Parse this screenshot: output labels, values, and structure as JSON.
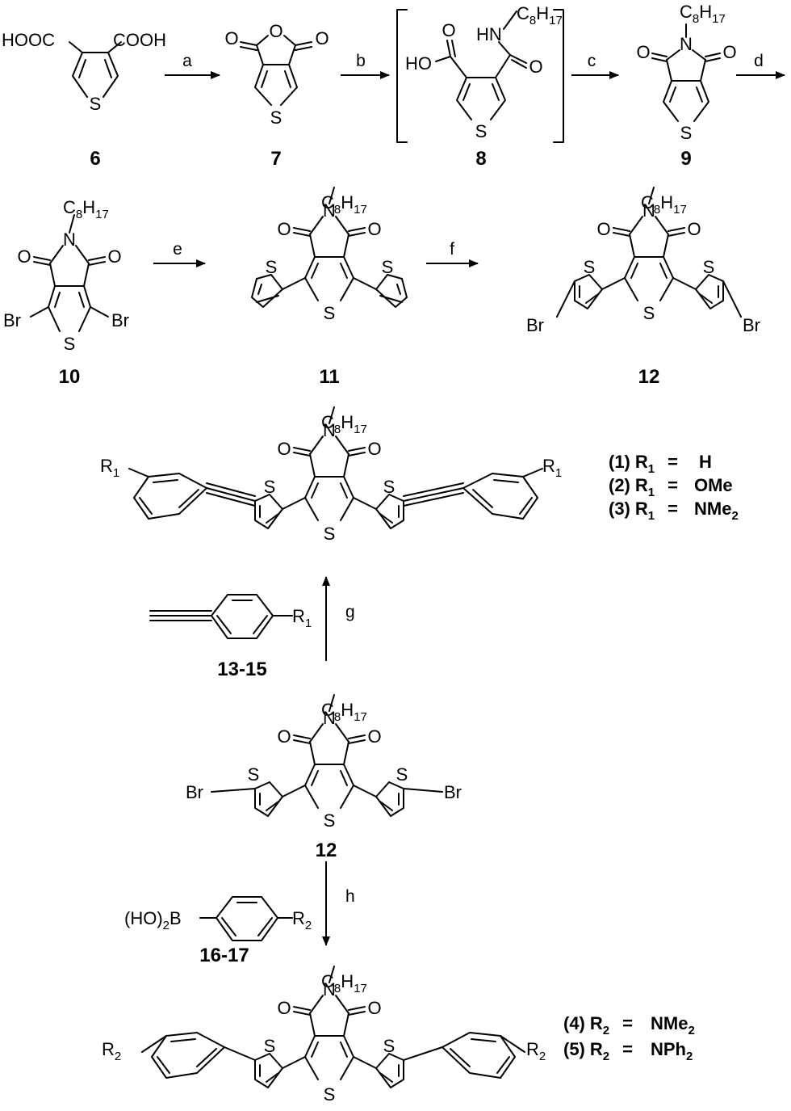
{
  "atoms": {
    "S": "S",
    "O": "O",
    "N": "N",
    "Br": "Br",
    "HOOC": "HOOC",
    "COOH": "COOH",
    "HO": "HO",
    "HN": "HN",
    "C": "C",
    "H": "H",
    "sub8": "8",
    "sub17": "17",
    "R": "R",
    "sub1": "1",
    "sub2": "2",
    "HOparen": "(HO)",
    "B": "B"
  },
  "compounds": {
    "c6": "6",
    "c7": "7",
    "c8": "8",
    "c9": "9",
    "c10": "10",
    "c11": "11",
    "c12": "12",
    "c12b": "12",
    "c1315": "13-15",
    "c1617": "16-17"
  },
  "steps": {
    "a": "a",
    "b": "b",
    "c": "c",
    "d": "d",
    "e": "e",
    "f": "f",
    "g": "g",
    "h": "h"
  },
  "legend1": [
    {
      "num": "(1)",
      "value": "H"
    },
    {
      "num": "(2)",
      "value": "OMe"
    },
    {
      "num": "(3)",
      "value": "NMe",
      "sub": "2"
    }
  ],
  "legend2": [
    {
      "num": "(4)",
      "value": "NMe",
      "sub": "2"
    },
    {
      "num": "(5)",
      "value": "NPh",
      "sub": "2"
    }
  ],
  "legend_R": "R",
  "legend_eq": "="
}
